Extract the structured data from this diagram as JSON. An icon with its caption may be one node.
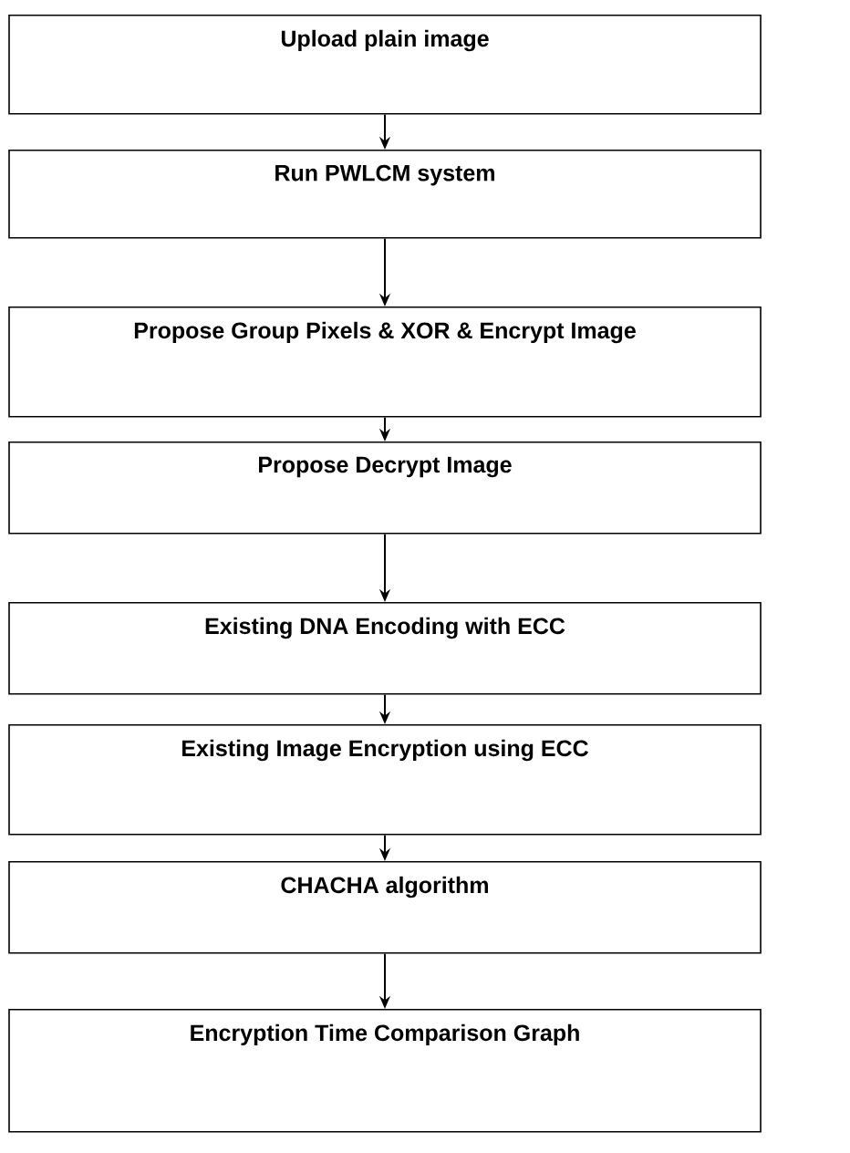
{
  "diagram": {
    "nodes": [
      {
        "text": [
          "Upload plain image"
        ]
      },
      {
        "text": [
          "Run PWLCM system"
        ]
      },
      {
        "text": [
          "Propose Group Pixels & XOR & Encrypt Image"
        ]
      },
      {
        "text": [
          "Propose Decrypt Image"
        ]
      },
      {
        "text": [
          "Existing DNA Encoding with ECC"
        ]
      },
      {
        "text": [
          "Existing Image Encryption using ECC"
        ]
      },
      {
        "text": [
          "CHACHA algorithm"
        ]
      },
      {
        "text": [
          "Encryption Time Comparison Graph"
        ]
      }
    ],
    "edges": [
      {
        "from": 0,
        "to": 1,
        "arrow": "to"
      },
      {
        "from": 1,
        "to": 2,
        "arrow": "to"
      },
      {
        "from": 2,
        "to": 3,
        "arrow": "to"
      },
      {
        "from": 3,
        "to": 4,
        "arrow": "to"
      },
      {
        "from": 4,
        "to": 5,
        "arrow": "to"
      },
      {
        "from": 5,
        "to": 6,
        "arrow": "to"
      },
      {
        "from": 6,
        "to": 7,
        "arrow": "to"
      }
    ]
  }
}
